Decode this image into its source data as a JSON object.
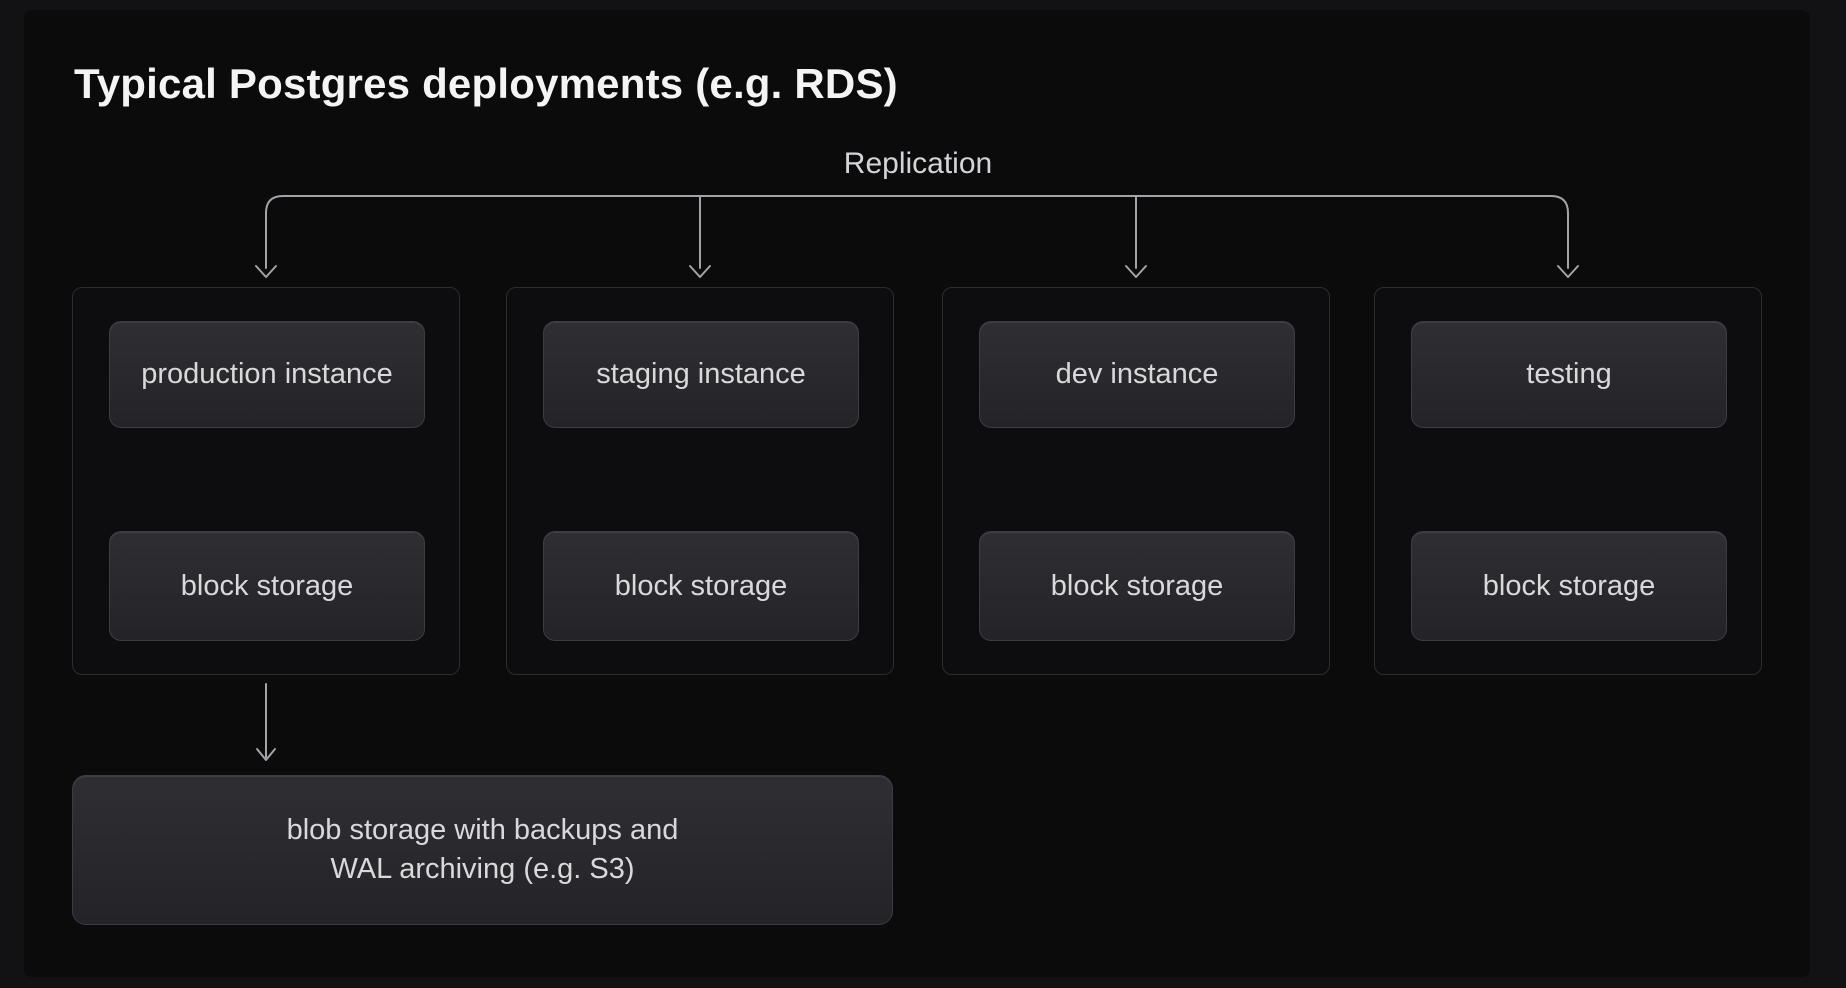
{
  "title": "Typical Postgres deployments (e.g. RDS)",
  "replication_label": "Replication",
  "groups": [
    {
      "id": "production",
      "instance_label": "production instance",
      "storage_label": "block storage"
    },
    {
      "id": "staging",
      "instance_label": "staging instance",
      "storage_label": "block storage"
    },
    {
      "id": "dev",
      "instance_label": "dev instance",
      "storage_label": "block storage"
    },
    {
      "id": "testing",
      "instance_label": "testing",
      "storage_label": "block storage"
    }
  ],
  "blob_storage": {
    "line1": "blob storage with backups and",
    "line2": "WAL archiving (e.g. S3)"
  },
  "colors": {
    "bg_outer": "#121214",
    "panel": "#0b0b0c",
    "group_fill": "#0d0d0f",
    "group_border": "#2c2c30",
    "node_top": "#2f2f33",
    "node_bottom": "#242428",
    "node_border": "#3c3c41",
    "node_text": "#d9d9dc",
    "line": "#a3a3a8",
    "title_text": "#f4f4f5",
    "replication_text": "#d4d4d8"
  }
}
